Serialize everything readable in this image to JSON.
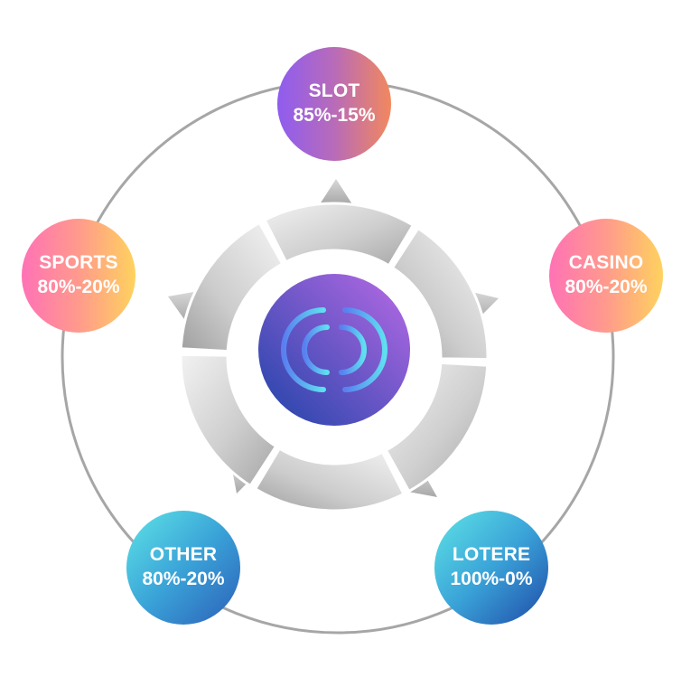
{
  "diagram": {
    "nodes": [
      {
        "id": "slot",
        "label": "SLOT",
        "ratio": "85%-15%"
      },
      {
        "id": "casino",
        "label": "CASINO",
        "ratio": "80%-20%"
      },
      {
        "id": "sports",
        "label": "SPORTS",
        "ratio": "80%-20%"
      },
      {
        "id": "other",
        "label": "OTHER",
        "ratio": "80%-20%"
      },
      {
        "id": "lotere",
        "label": "LOTERE",
        "ratio": "100%-0%"
      }
    ],
    "center_icon": "brand-logo-icon",
    "colors": {
      "ring": "#a6a6a6",
      "gear_light": "#eeeeee",
      "gear_dark": "#a9a9a9",
      "center_start": "#1f43a8",
      "center_end": "#b96ae6",
      "logo_stroke": "#5aa8ff"
    }
  }
}
